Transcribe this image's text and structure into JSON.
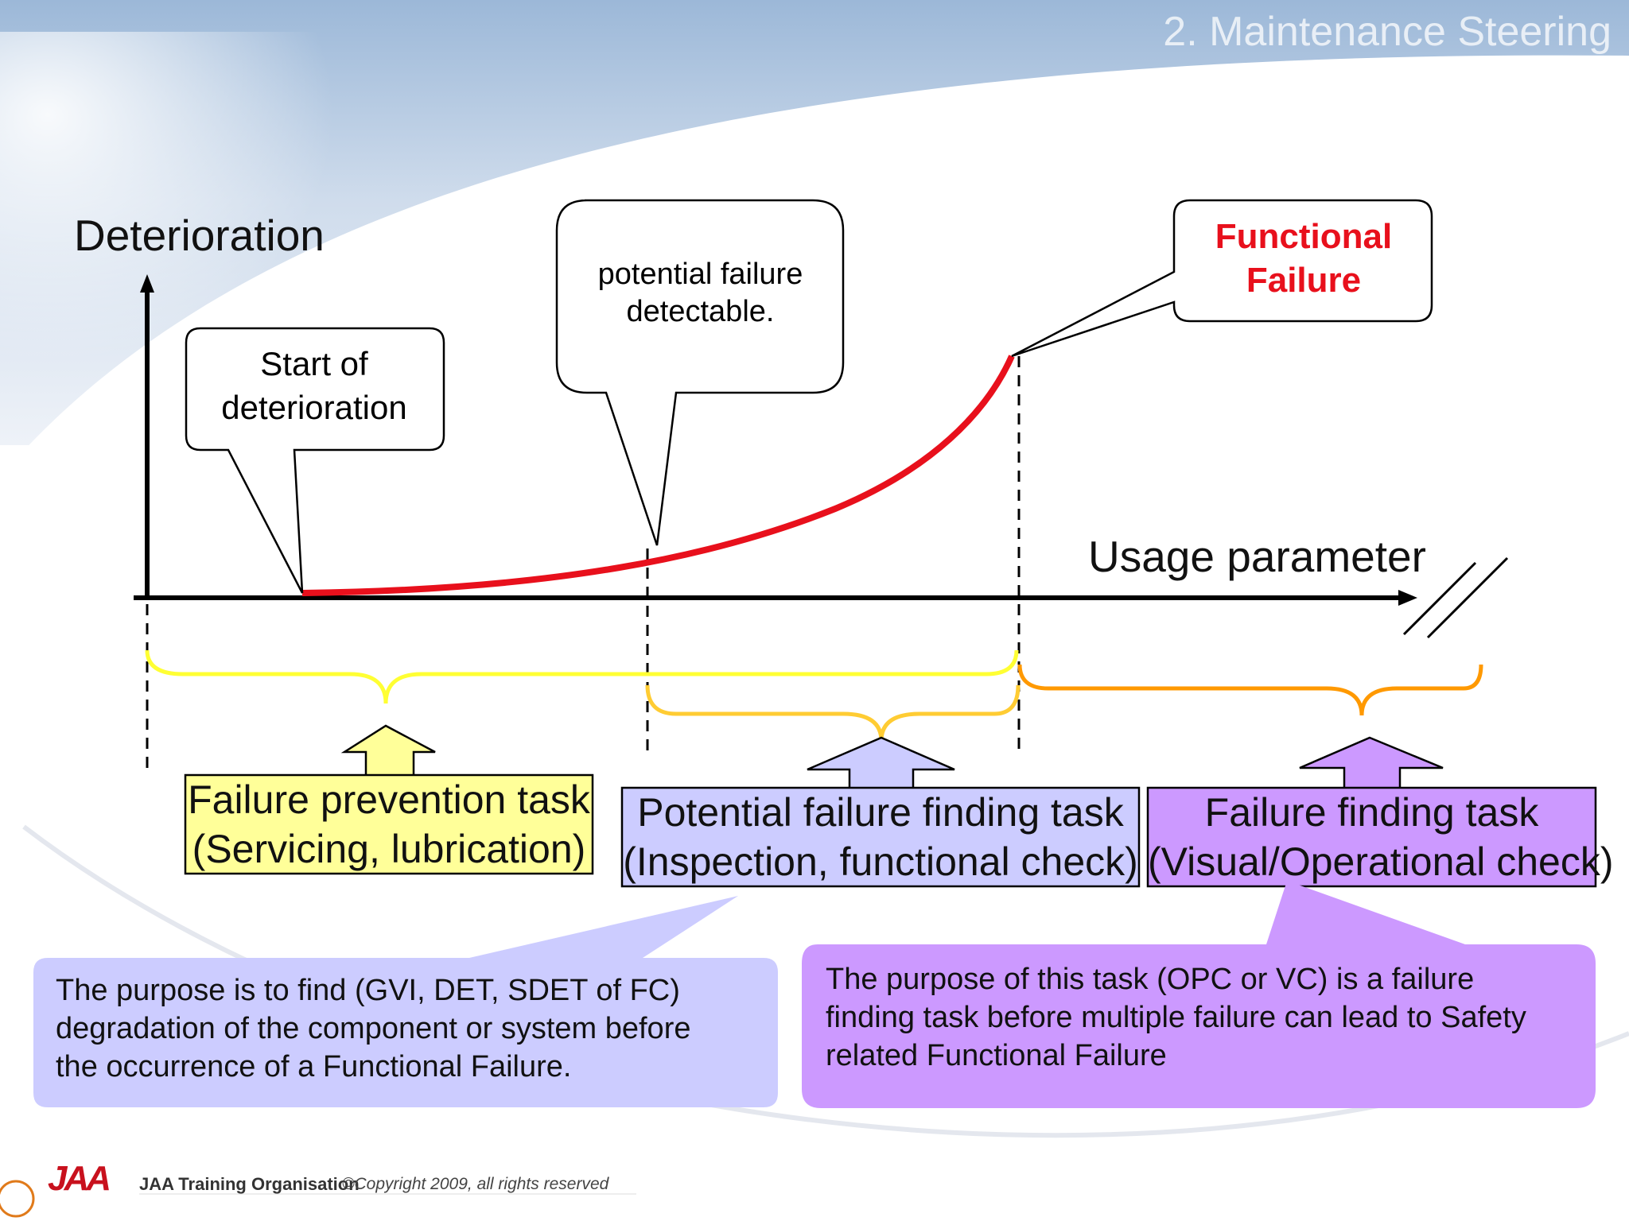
{
  "header": {
    "section_title": "2. Maintenance Steering"
  },
  "diagram": {
    "y_axis_label": "Deterioration",
    "x_axis_label": "Usage parameter",
    "callouts": {
      "start": {
        "line1": "Start of",
        "line2": "deterioration"
      },
      "potential": {
        "line1": "potential failure",
        "line2": "detectable."
      },
      "functional": {
        "line1": "Functional",
        "line2": "Failure"
      }
    },
    "tasks": {
      "prevention": {
        "line1": "Failure prevention task",
        "line2": "(Servicing, lubrication)",
        "color": "#ffff99"
      },
      "potential": {
        "line1": "Potential failure finding task",
        "line2": "(Inspection, functional check)",
        "color": "#ccccff"
      },
      "failure_finding": {
        "line1": "Failure finding task",
        "line2": "(Visual/Operational check)",
        "color": "#cc99ff"
      }
    },
    "notes": {
      "left": {
        "line1": "The purpose is to find (GVI, DET, SDET of FC)",
        "line2": "degradation of the component or system before",
        "line3": "the occurrence of a Functional Failure."
      },
      "right": {
        "line1": "The purpose of this task (OPC or VC) is a failure",
        "line2": "finding task before multiple failure can lead to Safety",
        "line3": "related Functional Failure"
      }
    },
    "colors": {
      "curve": "#e8101c",
      "brace_prevention": "#ffff33",
      "brace_potential": "#ffcc33",
      "brace_failure": "#ff9900",
      "note_left_bg": "#ccccff",
      "note_right_bg": "#cc99ff"
    }
  },
  "footer": {
    "logo": "JAA",
    "organisation": "JAA Training Organisation",
    "copyright": "©Copyright 2009, all rights reserved"
  }
}
